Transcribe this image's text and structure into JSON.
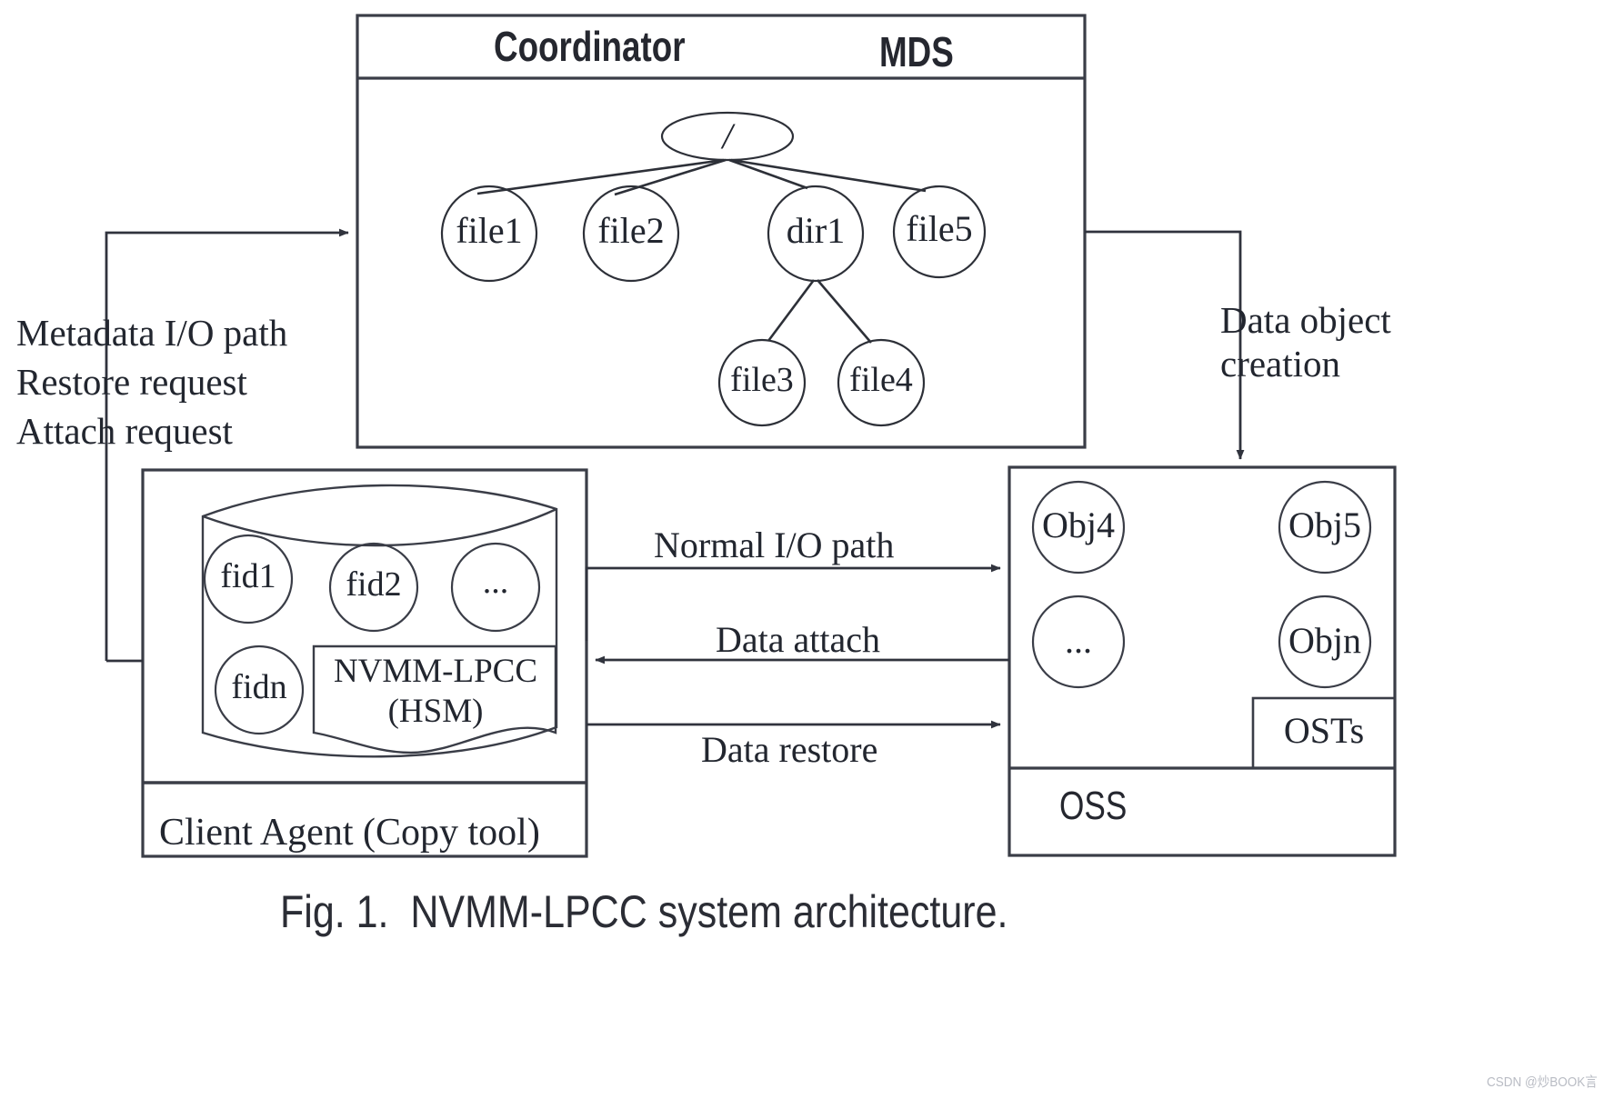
{
  "figure": {
    "caption": "Fig. 1.  NVMM-LPCC system architecture.",
    "watermark": "CSDN @炒BOOK言"
  },
  "mds_panel": {
    "coordinator_label": "Coordinator",
    "mds_label": "MDS",
    "tree": {
      "root": "/",
      "children": [
        "file1",
        "file2",
        "dir1",
        "file5"
      ],
      "dir1_children": [
        "file3",
        "file4"
      ]
    }
  },
  "client_panel": {
    "footer_label": "Client Agent (Copy tool)",
    "cylinder_items": [
      "fid1",
      "fid2",
      "...",
      "fidn"
    ],
    "hsm_box": {
      "line1": "NVMM-LPCC",
      "line2": "(HSM)"
    }
  },
  "oss_panel": {
    "objects": [
      "Obj4",
      "Obj5",
      "...",
      "Objn"
    ],
    "osts_label": "OSTs",
    "oss_label": "OSS"
  },
  "edges": {
    "left_stack": [
      "Metadata I/O path",
      "Restore request",
      "Attach request"
    ],
    "data_object_creation": [
      "Data object",
      "creation"
    ],
    "normal_io_path": "Normal I/O path",
    "data_attach": "Data attach",
    "data_restore": "Data restore"
  },
  "colors": {
    "stroke": "#3a3d47",
    "text": "#22262f",
    "background": "#ffffff",
    "watermark": "#b9bcc4"
  }
}
